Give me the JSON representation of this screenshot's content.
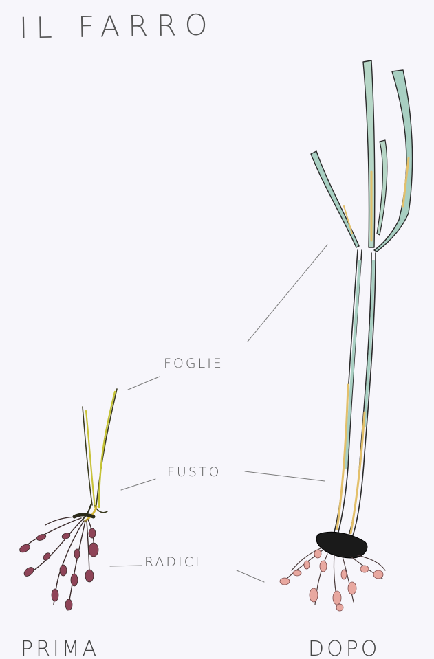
{
  "title": "IL FARRO",
  "labels": {
    "leaves": "FOGLIE",
    "stem": "FUSTO",
    "roots": "RADICI"
  },
  "captions": {
    "before": "PRIMA",
    "after": "DOPO"
  },
  "colors": {
    "paper": "#f7f6fb",
    "pencil": "#4a4a4a",
    "leaf_green": "#a8cfc2",
    "leaf_yellow": "#d8c25a",
    "stem_yellow": "#e3c06b",
    "root_maroon": "#8e4458",
    "root_pink": "#e8a8a0",
    "soil_black": "#1a1a1a"
  }
}
